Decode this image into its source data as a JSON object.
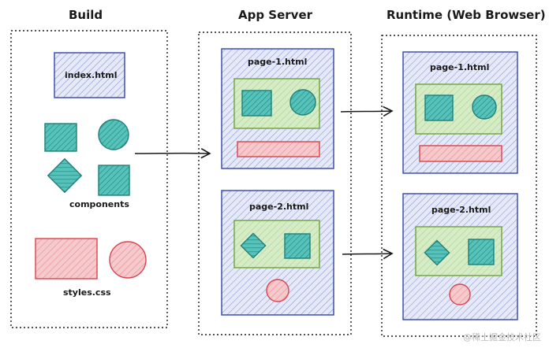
{
  "columns": {
    "build": "Build",
    "app_server": "App Server",
    "runtime": "Runtime (Web Browser)"
  },
  "build": {
    "file": "index.html",
    "components_label": "components",
    "styles_label": "styles.css"
  },
  "app_server": {
    "page1": "page-1.html",
    "page2": "page-2.html"
  },
  "runtime": {
    "page1": "page-1.html",
    "page2": "page-2.html"
  },
  "watermark": "@稀土掘金技术社区",
  "colors": {
    "blue": "#3344aa",
    "teal": "#1f9d94",
    "green": "#6ea23b",
    "red": "#d9444e",
    "ink": "#1a1a1a"
  }
}
